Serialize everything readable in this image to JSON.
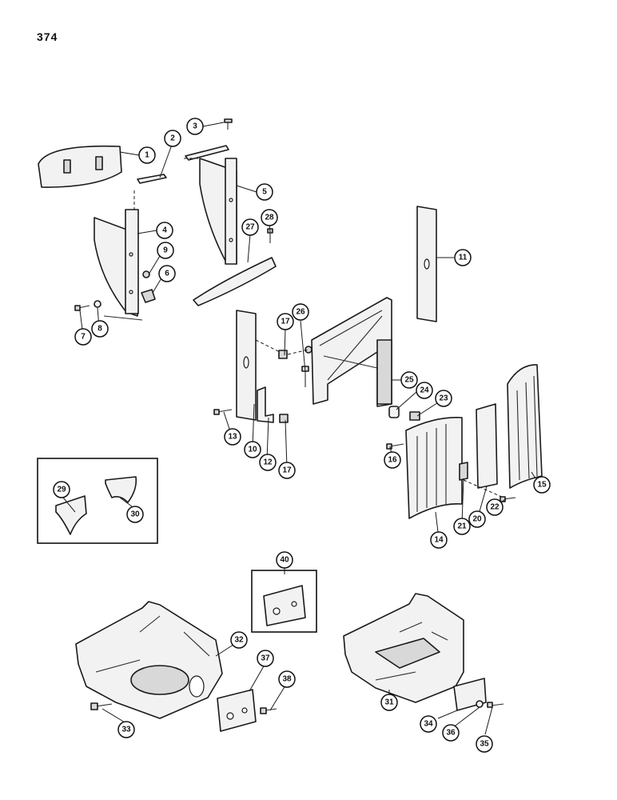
{
  "page": {
    "number": "374"
  },
  "callouts": {
    "c1": "1",
    "c2": "2",
    "c3": "3",
    "c4": "4",
    "c5": "5",
    "c6": "6",
    "c7": "7",
    "c8": "8",
    "c9": "9",
    "c10": "10",
    "c11": "11",
    "c12": "12",
    "c13": "13",
    "c14": "14",
    "c15": "15",
    "c16": "16",
    "c17a": "17",
    "c17b": "17",
    "c20": "20",
    "c21": "21",
    "c22": "22",
    "c23": "23",
    "c24": "24",
    "c25": "25",
    "c26": "26",
    "c27": "27",
    "c28": "28",
    "c29": "29",
    "c30": "30",
    "c31": "31",
    "c32": "32",
    "c33": "33",
    "c34": "34",
    "c35": "35",
    "c36": "36",
    "c37": "37",
    "c38": "38",
    "c40": "40"
  }
}
